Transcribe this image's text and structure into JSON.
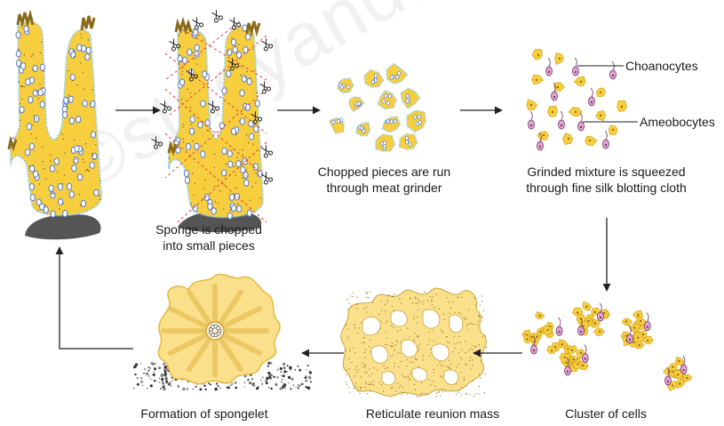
{
  "watermark": "©studyandscore.com",
  "steps": [
    {
      "lines": [
        "Sponge is chopped",
        "into small pieces"
      ]
    },
    {
      "lines": [
        "Chopped pieces are run",
        "through meat grinder"
      ]
    },
    {
      "lines": [
        "Grinded mixture is squeezed",
        "through fine silk blotting cloth"
      ]
    },
    {
      "lines": [
        "Cluster of cells"
      ]
    },
    {
      "lines": [
        "Reticulate reunion mass"
      ]
    },
    {
      "lines": [
        "Formation of spongelet"
      ]
    }
  ],
  "cell_labels": {
    "choanocytes": "Choanocytes",
    "ameobocytes": "Ameobocytes"
  },
  "colors": {
    "body": "#f7cf3e",
    "base": "#555555",
    "outline": "#8ec8e0",
    "pinacocyte": "#5a78c8",
    "choanocyte": "#e8a4d0",
    "reunion": "#fbe08c",
    "arrow": "#222222",
    "cut_line": "#e04040"
  }
}
